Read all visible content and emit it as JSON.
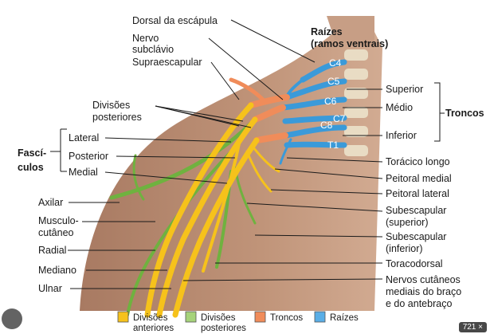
{
  "labels": {
    "dorsal_escapula": "Dorsal da escápula",
    "nervo_subclavio_1": "Nervo",
    "nervo_subclavio_2": "subclávio",
    "supraescapular": "Supraescapular",
    "raizes_1": "Raízes",
    "raizes_2": "(ramos ventrais)",
    "divisoes_post_1": "Divisões",
    "divisoes_post_2": "posteriores",
    "fasciculos_1": "Fascí-",
    "fasciculos_2": "culos",
    "lateral": "Lateral",
    "posterior": "Posterior",
    "medial": "Medial",
    "axilar": "Axilar",
    "musculocutaneo_1": "Musculo-",
    "musculocutaneo_2": "cutâneo",
    "radial": "Radial",
    "mediano": "Mediano",
    "ulnar": "Ulnar",
    "superior": "Superior",
    "medio": "Médio",
    "inferior": "Inferior",
    "troncos": "Troncos",
    "toracico_longo": "Torácico longo",
    "peitoral_medial": "Peitoral medial",
    "peitoral_lateral": "Peitoral lateral",
    "subesc_sup_1": "Subescapular",
    "subesc_sup_2": "(superior)",
    "subesc_inf_1": "Subescapular",
    "subesc_inf_2": "(inferior)",
    "toracodorsal": "Toracodorsal",
    "cutaneos_1": "Nervos cutâneos",
    "cutaneos_2": "mediais do braço",
    "cutaneos_3": "e do antebraço"
  },
  "roots": [
    "C4",
    "C5",
    "C6",
    "C7",
    "C8",
    "T1"
  ],
  "legend": [
    {
      "label_1": "Divisões",
      "label_2": "anteriores",
      "color": "#f6c21b"
    },
    {
      "label_1": "Divisões",
      "label_2": "posteriores",
      "color": "#a6d37a"
    },
    {
      "label_1": "Troncos",
      "label_2": "",
      "color": "#f08c5a"
    },
    {
      "label_1": "Raízes",
      "label_2": "",
      "color": "#5aaee6"
    }
  ],
  "badge": "721 ×",
  "colors": {
    "skin": "#b88a70",
    "anterior_divisions": "#f6c21b",
    "posterior_divisions": "#6fb23f",
    "trunks": "#f08c5a",
    "roots": "#3a9ad9"
  }
}
